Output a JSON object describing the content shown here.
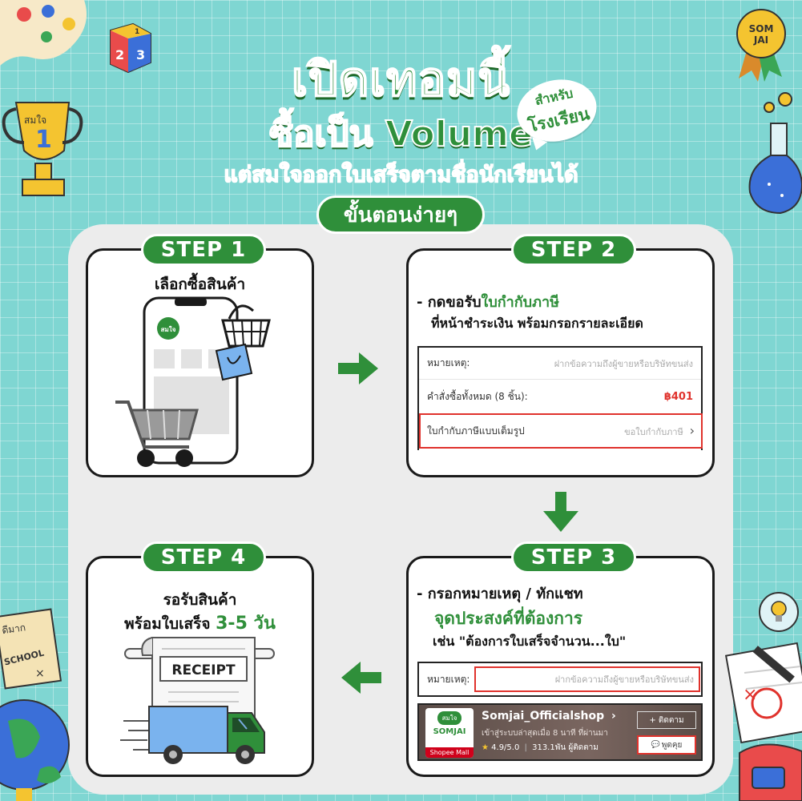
{
  "header": {
    "title": "เปิดเทอมนี้",
    "subtitle": "ซื้อเป็น Volume",
    "bubble_line1": "สำหรับ",
    "bubble_line2": "โรงเรียน",
    "tagline": "แต่สมใจออกใบเสร็จตามชื่อนักเรียนได้",
    "steps_label": "ขั้นตอนง่ายๆ",
    "medal_text_1": "SOM",
    "medal_text_2": "JAI",
    "trophy_text": "สมใจ",
    "trophy_number": "1",
    "block_numbers": [
      "1",
      "2",
      "3"
    ]
  },
  "step1": {
    "label": "STEP 1",
    "heading": "เลือกซื้อสินค้า",
    "phone_logo": "สมใจ"
  },
  "step2": {
    "label": "STEP 2",
    "line1_prefix": "- กดขอรับ",
    "line1_highlight": "ใบกำกับภาษี",
    "line2": "ที่หน้าชำระเงิน พร้อมกรอกรายละเอียด",
    "row1_label": "หมายเหตุ:",
    "row1_placeholder": "ฝากข้อความถึงผู้ขายหรือบริษัทขนส่ง",
    "row2_label": "คำสั่งซื้อทั้งหมด (8 ชิ้น):",
    "row2_value": "฿401",
    "row3_label": "ใบกำกับภาษีแบบเต็มรูป",
    "row3_action": "ขอใบกำกับภาษี",
    "row3_chevron": "›"
  },
  "step3": {
    "label": "STEP 3",
    "line1": "- กรอกหมายเหตุ / ทักแชท",
    "line2": "จุดประสงค์ที่ต้องการ",
    "line3": "เช่น \"ต้องการใบเสร็จจำนวน...ใบ\"",
    "note_label": "หมายเหตุ:",
    "note_placeholder": "ฝากข้อความถึงผู้ขายหรือบริษัทขนส่ง",
    "shop_logo_top": "สมใจ",
    "shop_logo_brand": "SOMJAI",
    "shop_logo_mall": "Shopee Mall",
    "shop_name": "Somjai_Officialshop",
    "shop_name_chevron": "›",
    "shop_status": "เข้าสู่ระบบล่าสุดเมื่อ 8 นาที ที่ผ่านมา",
    "shop_rating": "4.9/5.0",
    "shop_followers": "313.1พัน ผู้ติดตาม",
    "follow_button": "+ ติดตาม",
    "chat_button": "พูดคุย",
    "star_icon": "★",
    "chat_icon": "💬"
  },
  "step4": {
    "label": "STEP 4",
    "line1": "รอรับสินค้า",
    "line2_prefix": "พร้อมใบเสร็จ",
    "line2_highlight": "3-5 วัน",
    "receipt_text": "RECEIPT"
  },
  "colors": {
    "background": "#7fd6d2",
    "brand_green": "#2f8f3a",
    "highlight_red": "#e0322c",
    "panel": "#ececec"
  },
  "decor": {
    "deco_board_text_1": "ดีมาก",
    "deco_board_text_2": "SCHOOL"
  }
}
